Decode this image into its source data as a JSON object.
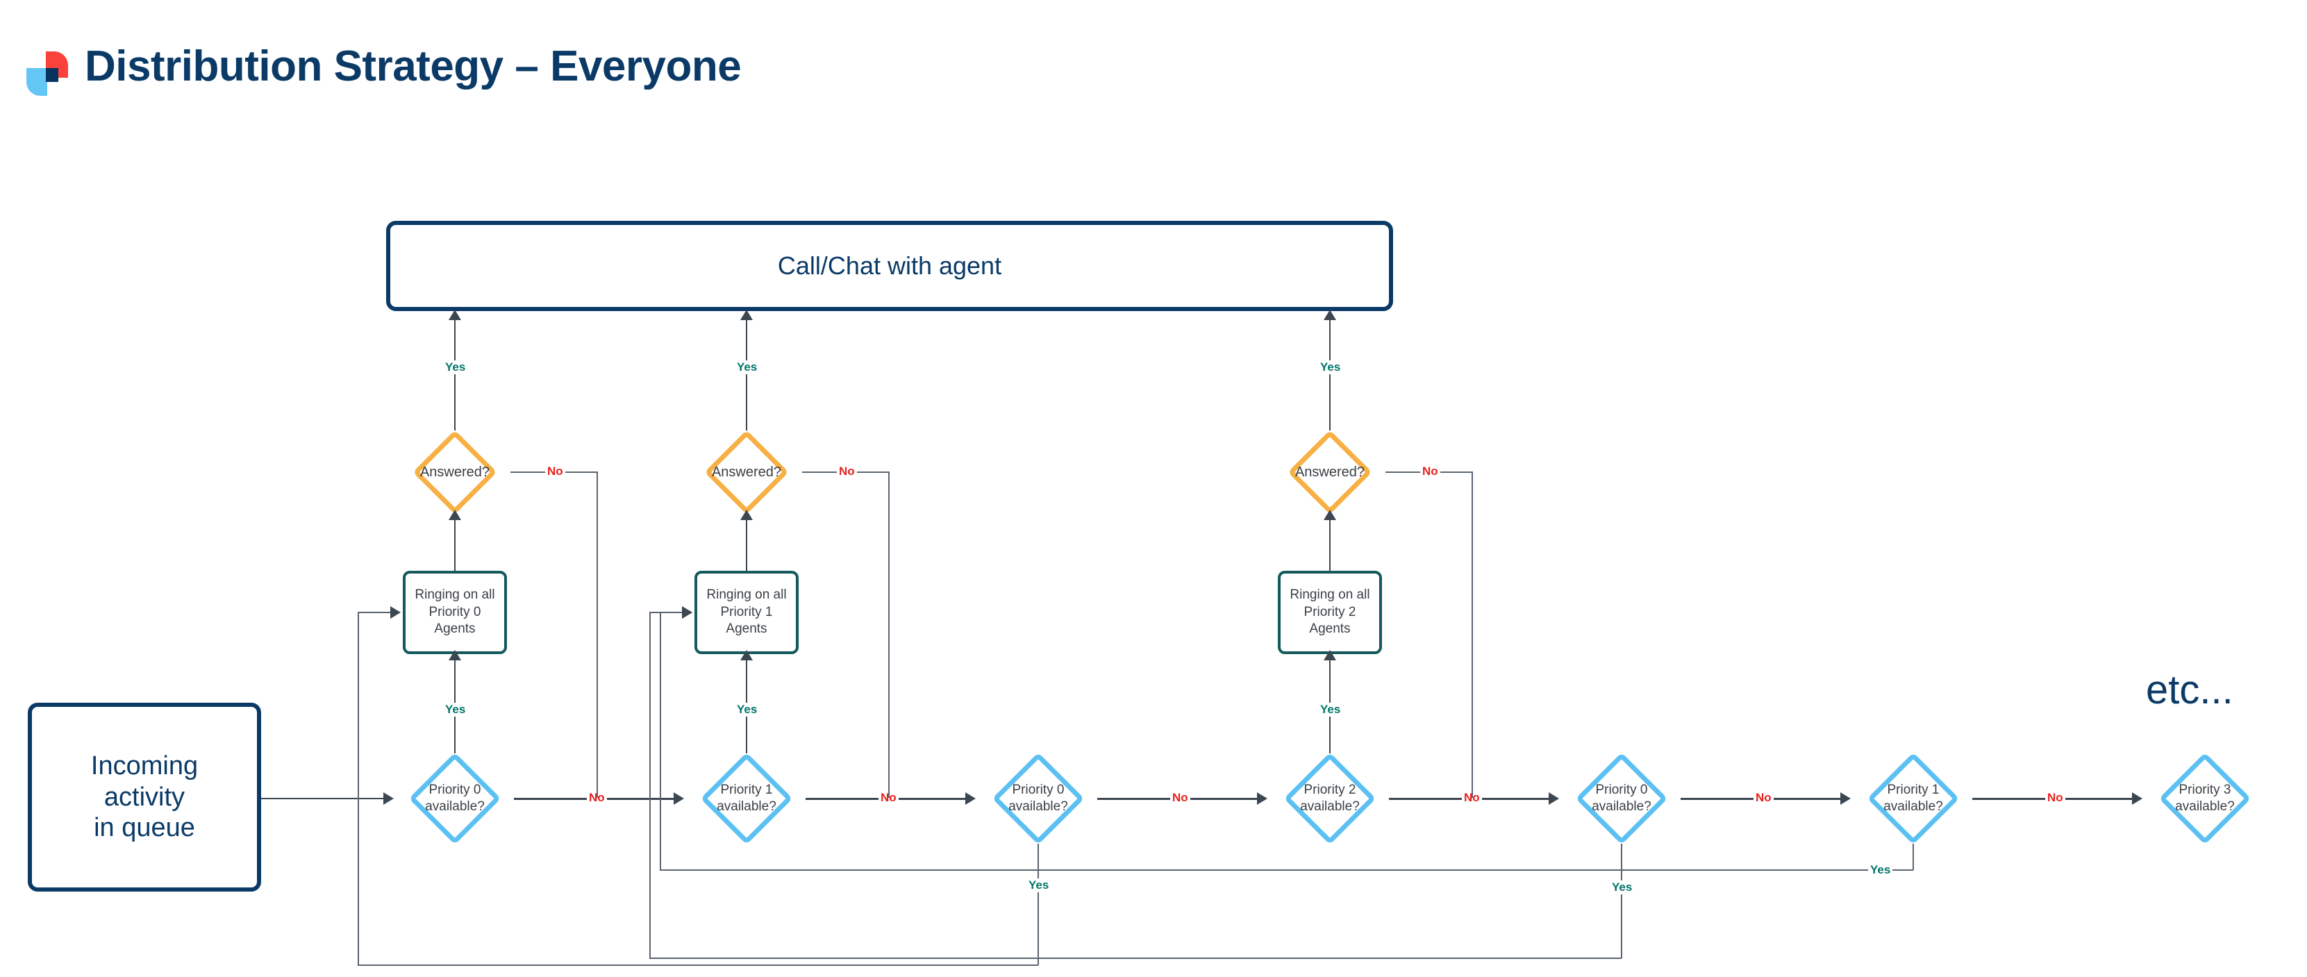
{
  "header": {
    "title": "Distribution Strategy – Everyone",
    "logo_name": "brand-logo",
    "logo_colors": {
      "red": "#f9423a",
      "light_blue": "#63c6f5",
      "navy": "#07335e"
    }
  },
  "colors": {
    "navy": "#0b3a67",
    "teal": "#14595c",
    "diamond_blue": "#5cc1f2",
    "diamond_orange": "#f7b043",
    "yes_green": "#00756a",
    "no_red": "#e8201c",
    "connector": "#3d4751",
    "text_gray": "#3a3f44",
    "background": "#ffffff"
  },
  "diagram": {
    "entry": {
      "label": "Incoming\nactivity\nin queue"
    },
    "terminal": {
      "label": "Call/Chat with agent"
    },
    "etc_label": "etc...",
    "decision_row": [
      {
        "id": "p0-a",
        "label": "Priority 0\navailable?"
      },
      {
        "id": "p1-a",
        "label": "Priority 1\navailable?"
      },
      {
        "id": "p0-b",
        "label": "Priority 0\navailable?"
      },
      {
        "id": "p2-a",
        "label": "Priority 2\navailable?"
      },
      {
        "id": "p0-c",
        "label": "Priority 0\navailable?"
      },
      {
        "id": "p1-b",
        "label": "Priority 1\navailable?"
      },
      {
        "id": "p3-a",
        "label": "Priority 3\navailable?"
      }
    ],
    "ringing_boxes": [
      {
        "id": "ring-p0",
        "label": "Ringing on all\nPriority 0\nAgents"
      },
      {
        "id": "ring-p1",
        "label": "Ringing on all\nPriority 1\nAgents"
      },
      {
        "id": "ring-p2",
        "label": "Ringing on all\nPriority 2\nAgents"
      }
    ],
    "answered_nodes": [
      {
        "id": "ans-0",
        "label": "Answered?"
      },
      {
        "id": "ans-1",
        "label": "Answered?"
      },
      {
        "id": "ans-2",
        "label": "Answered?"
      }
    ],
    "edge_labels": {
      "yes": "Yes",
      "no": "No"
    },
    "edges": {
      "row_no": [
        "No",
        "No",
        "No",
        "No",
        "No",
        "No"
      ],
      "answered_no": [
        "No",
        "No",
        "No"
      ],
      "answered_yes": [
        "Yes",
        "Yes",
        "Yes"
      ],
      "decision_yes_up": [
        "Yes",
        "Yes",
        "Yes"
      ],
      "decision_yes_down": [
        "Yes",
        "Yes",
        "Yes"
      ]
    }
  }
}
